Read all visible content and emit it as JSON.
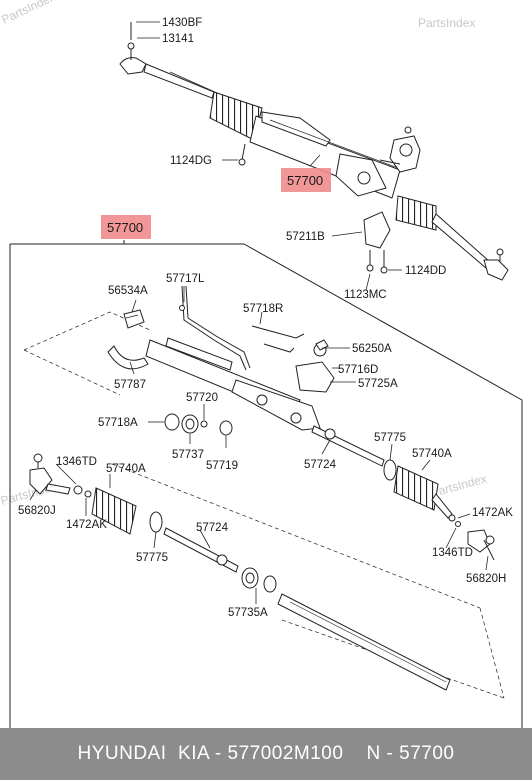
{
  "watermarks": [
    "PartsIndex",
    "PartsIndex",
    "PartsIndex",
    "PartsIndex"
  ],
  "labels": {
    "p1430BF": "1430BF",
    "p13141": "13141",
    "p1124DG": "1124DG",
    "p57700_top": "57700",
    "p57211B": "57211B",
    "p1124DD": "1124DD",
    "p1123MC": "1123MC",
    "p57700_box": "57700",
    "p56534A": "56534A",
    "p57717L": "57717L",
    "p57718R": "57718R",
    "p56250A": "56250A",
    "p57716D": "57716D",
    "p57725A": "57725A",
    "p57787": "57787",
    "p57720": "57720",
    "p57718A": "57718A",
    "p57737": "57737",
    "p57719": "57719",
    "p57724_r": "57724",
    "p57775_r": "57775",
    "p57740A_r": "57740A",
    "p1346TD_l": "1346TD",
    "p57740A_l": "57740A",
    "p1472AK_r": "1472AK",
    "p56820J": "56820J",
    "p1472AK_l": "1472AK",
    "p57724_l": "57724",
    "p1346TD_r": "1346TD",
    "p57775_l": "57775",
    "p56820H": "56820H",
    "p57735A": "57735A"
  },
  "highlight_color": "#f08c8c",
  "footer": {
    "brand": "HYUNDAI  KIA - 577002M100    N - 57700"
  }
}
